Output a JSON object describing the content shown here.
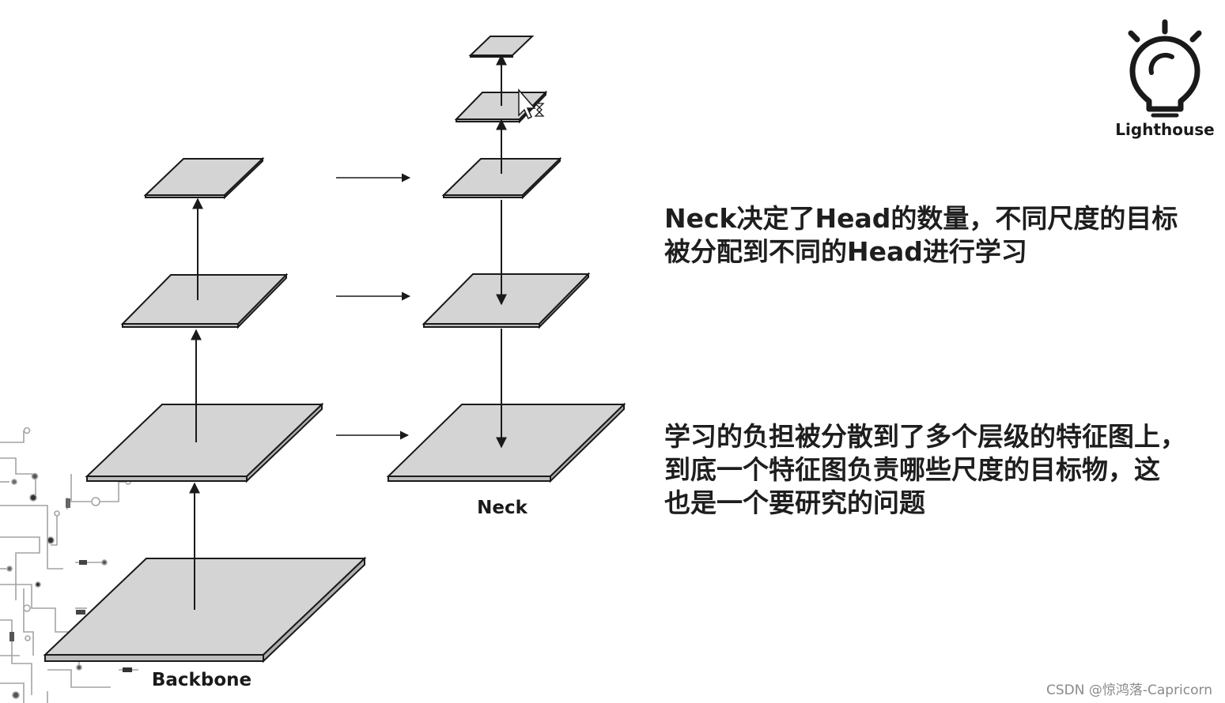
{
  "diagram": {
    "backbone_label": "Backbone",
    "neck_label": "Neck"
  },
  "text_blocks": [
    {
      "lines": [
        "Neck决定了Head的数量，不同尺度的目标",
        "被分配到不同的Head进行学习"
      ]
    },
    {
      "lines": [
        "学习的负担被分散到了多个层级的特征图上，",
        "到底一个特征图负责哪些尺度的目标物，这",
        "也是一个要研究的问题"
      ]
    }
  ],
  "logo": {
    "text": "Lighthouse",
    "icon": "lightbulb-icon"
  },
  "watermark": "CSDN @惊鸿落-Capricorn",
  "colors": {
    "plane_fill": "#d4d4d4",
    "plane_edge": "#1a1a1a",
    "arrow": "#1a1a1a",
    "circuit": "#9a9a9a",
    "text": "#1e1e1e"
  }
}
